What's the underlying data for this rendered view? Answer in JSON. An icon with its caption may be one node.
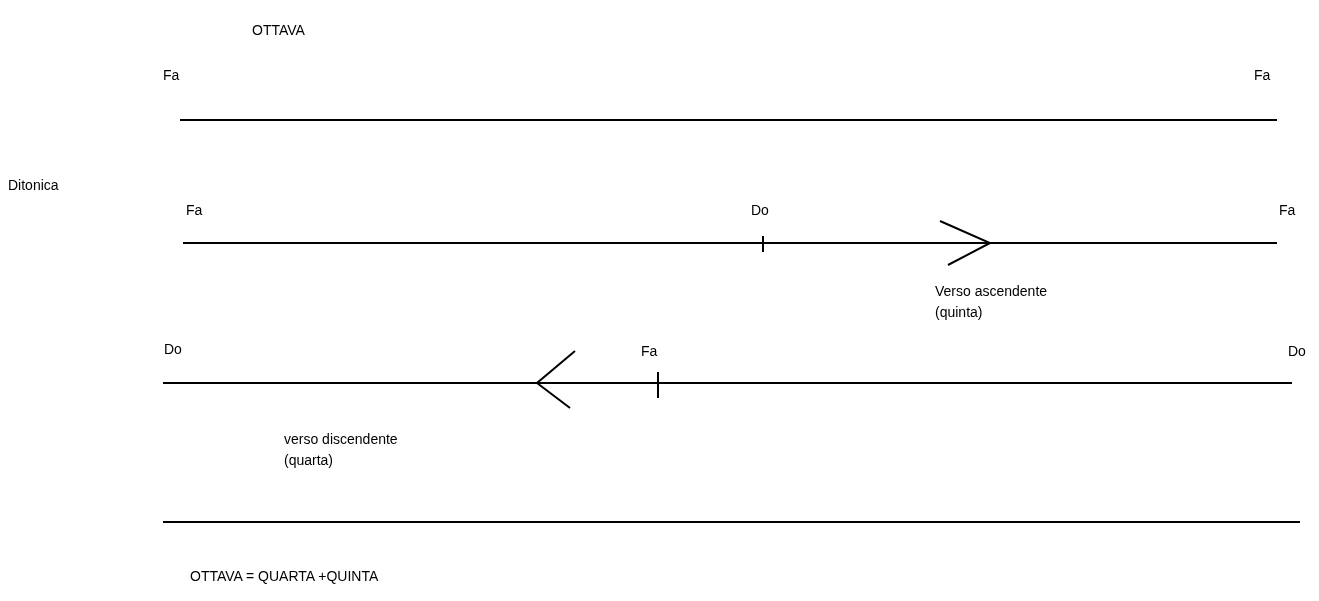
{
  "diagram": {
    "labels": [
      "OTTAVA",
      "Fa",
      "Fa",
      "Ditonica",
      "Fa",
      "Do",
      "Fa",
      "Verso ascendente (quinta)",
      "Do",
      "Fa",
      "Do",
      "verso discendente (quarta)",
      "OTTAVA = QUARTA +QUINTA"
    ]
  }
}
